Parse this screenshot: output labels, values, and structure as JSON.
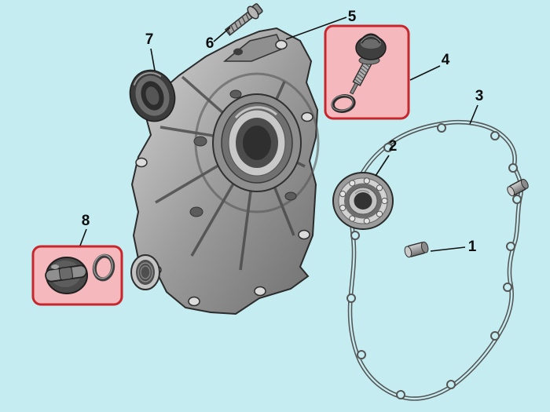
{
  "colors": {
    "background": "#c5edf1",
    "highlight_fill": "#f5b9bd",
    "highlight_border": "#c8262c",
    "line": "#111111"
  },
  "parts": [
    {
      "callout": "1",
      "name": "dowel-pin",
      "highlighted": false
    },
    {
      "callout": "2",
      "name": "ball-bearing",
      "highlighted": false
    },
    {
      "callout": "3",
      "name": "gasket",
      "highlighted": false
    },
    {
      "callout": "4",
      "name": "oil-dipstick-with-o-ring",
      "highlighted": true
    },
    {
      "callout": "5",
      "name": "crankcase-cover",
      "highlighted": false
    },
    {
      "callout": "6",
      "name": "flange-bolt",
      "highlighted": false
    },
    {
      "callout": "7",
      "name": "oil-seal",
      "highlighted": false
    },
    {
      "callout": "8",
      "name": "oil-drain-plug-with-washer",
      "highlighted": true
    }
  ]
}
